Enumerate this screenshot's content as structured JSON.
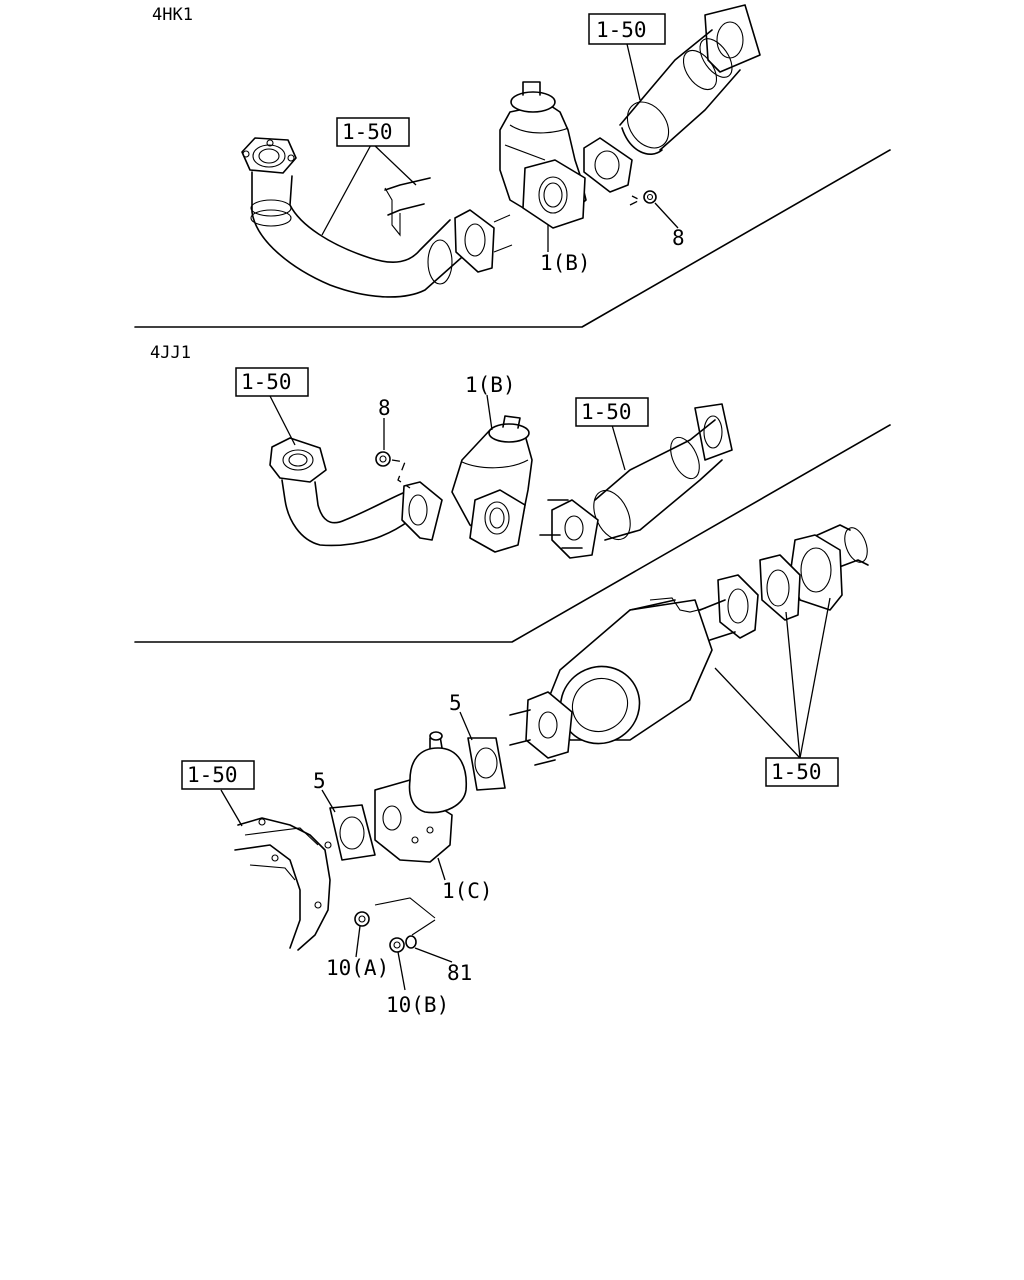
{
  "sections": {
    "top": "4HK1",
    "middle": "4JJ1"
  },
  "refs": {
    "hk_ref_right": "1-50",
    "hk_ref_left": "1-50",
    "jj_ref_left": "1-50",
    "jj_ref_right": "1-50",
    "bottom_ref_left": "1-50",
    "bottom_ref_right": "1-50"
  },
  "callouts": {
    "hk_nut": "8",
    "hk_valve": "1(B)",
    "jj_nut": "8",
    "jj_valve": "1(B)",
    "gasket_upper": "5",
    "gasket_lower": "5",
    "valve_c": "1(C)",
    "nut_a": "10(A)",
    "washer": "81",
    "nut_b": "10(B)"
  }
}
